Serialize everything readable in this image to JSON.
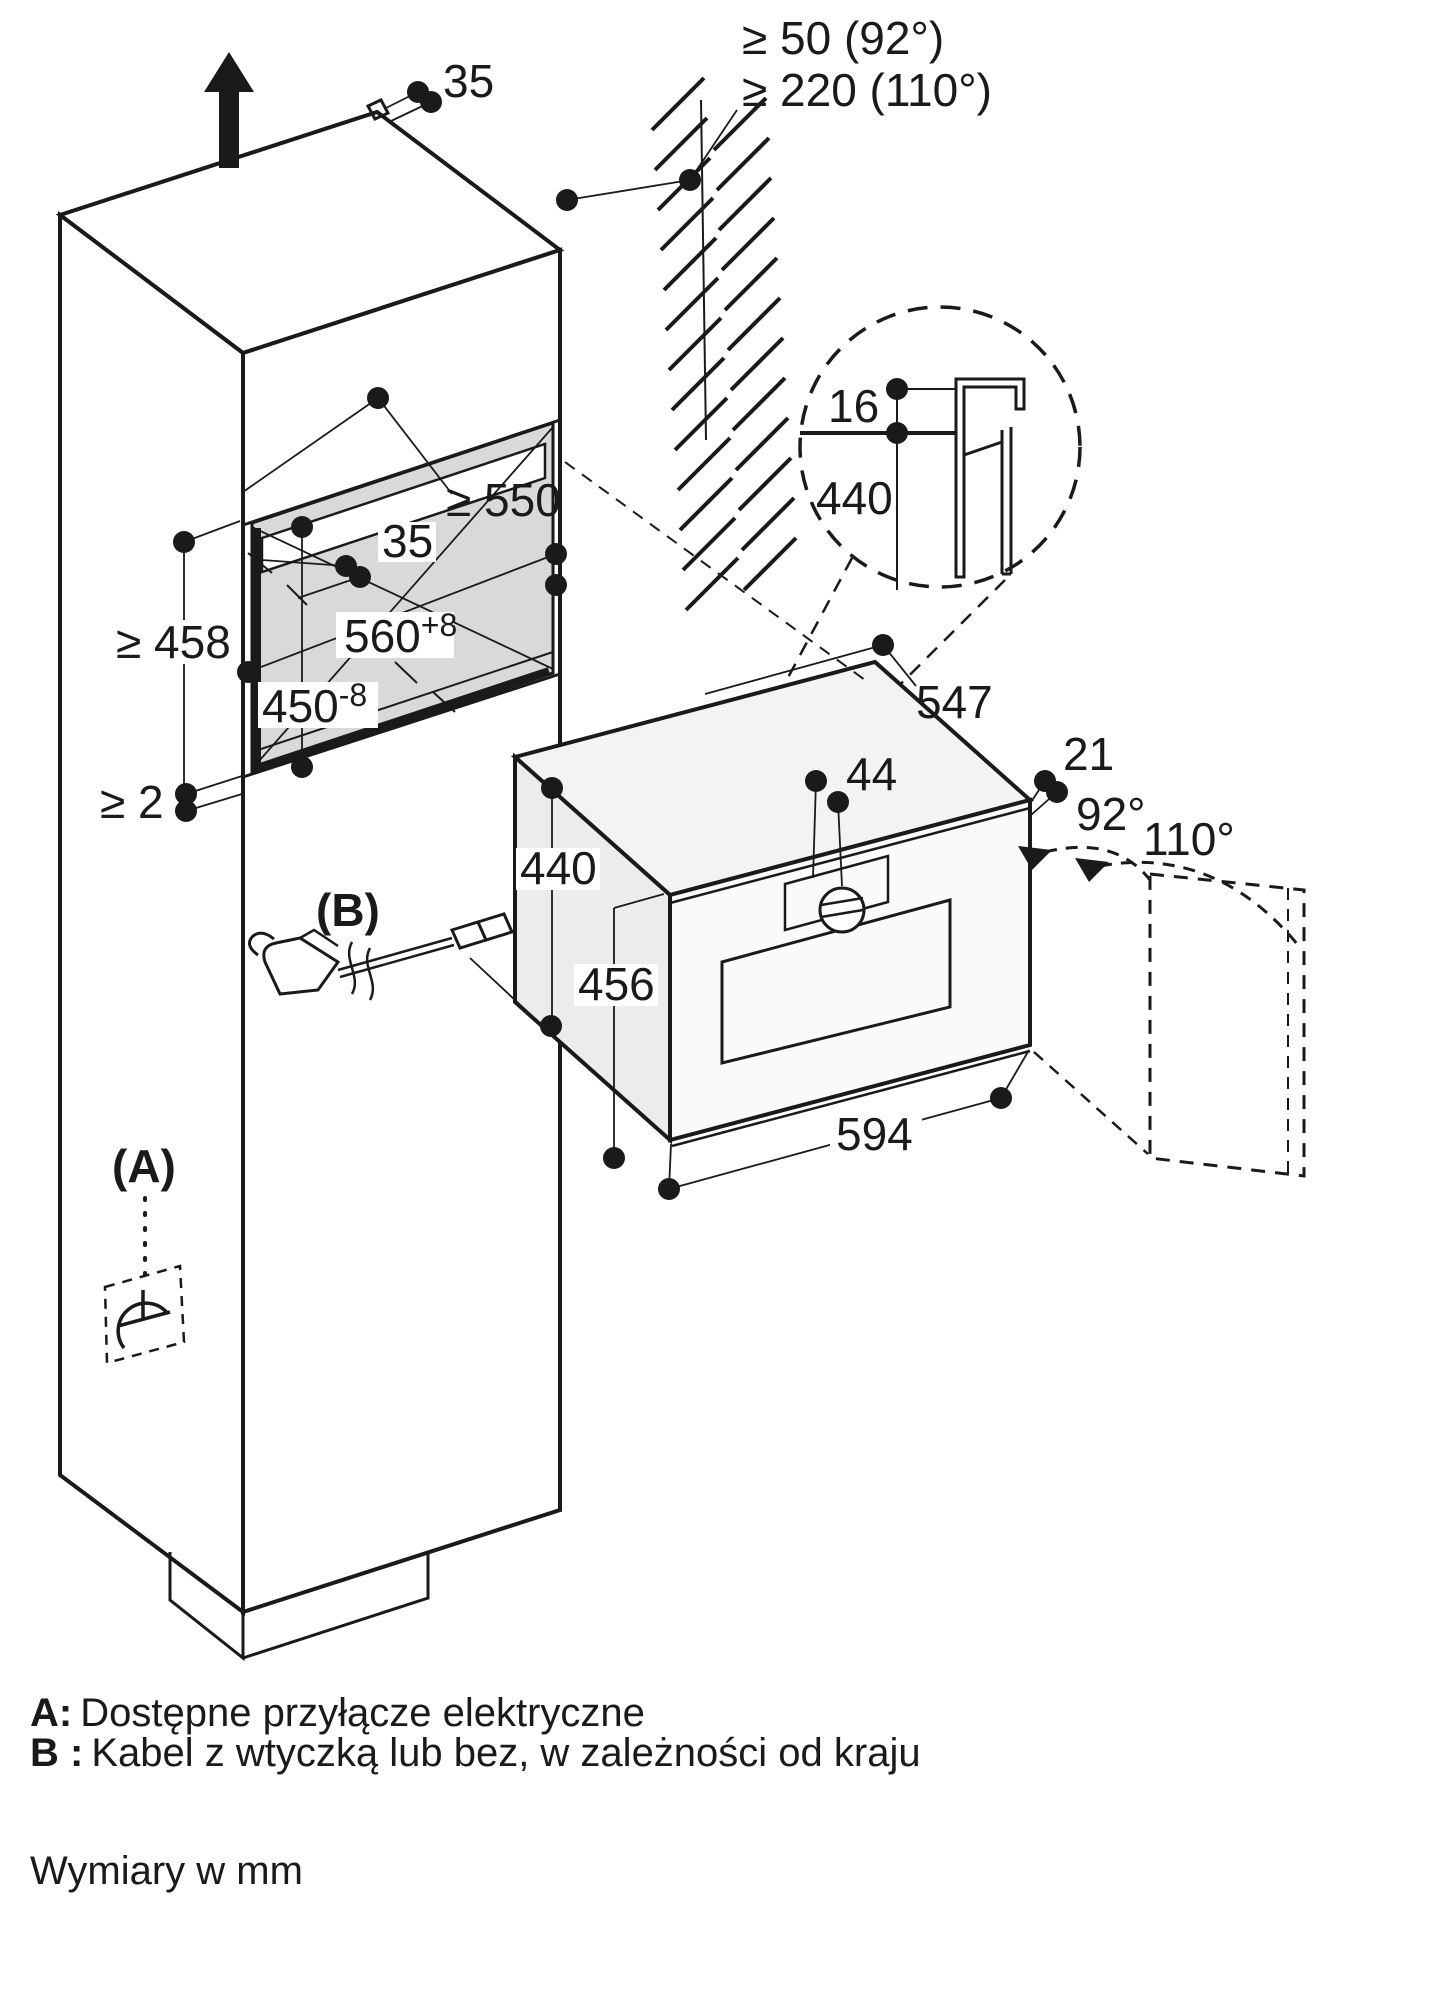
{
  "diagram": {
    "top_rail_offset": "35",
    "wall_clearance_92": "≥ 50 (92°)",
    "wall_clearance_110": "≥ 220 (110°)",
    "detail": {
      "overlap": "16",
      "height": "440"
    },
    "niche": {
      "depth_min": "≥ 550",
      "rail_offset": "35",
      "width": "560",
      "width_tolerance": "+8",
      "height": "450",
      "height_tolerance": "-8",
      "side_min_height": "≥ 458",
      "bottom_gap_min": "≥ 2"
    },
    "appliance": {
      "height": "440",
      "front_height": "456",
      "knob_protrusion": "44",
      "depth": "547",
      "door_gap": "21",
      "width": "594",
      "door_angle_small": "92°",
      "door_angle_large": "110°"
    },
    "callout_a": "(A)",
    "callout_b": "(B)"
  },
  "legend": {
    "item_a_prefix": "A:",
    "item_a_text": "Dostępne przyłącze elektryczne",
    "item_b_prefix": "B :",
    "item_b_text": "Kabel z wtyczką lub bez, w zależności od kraju",
    "units_note": "Wymiary w mm"
  }
}
